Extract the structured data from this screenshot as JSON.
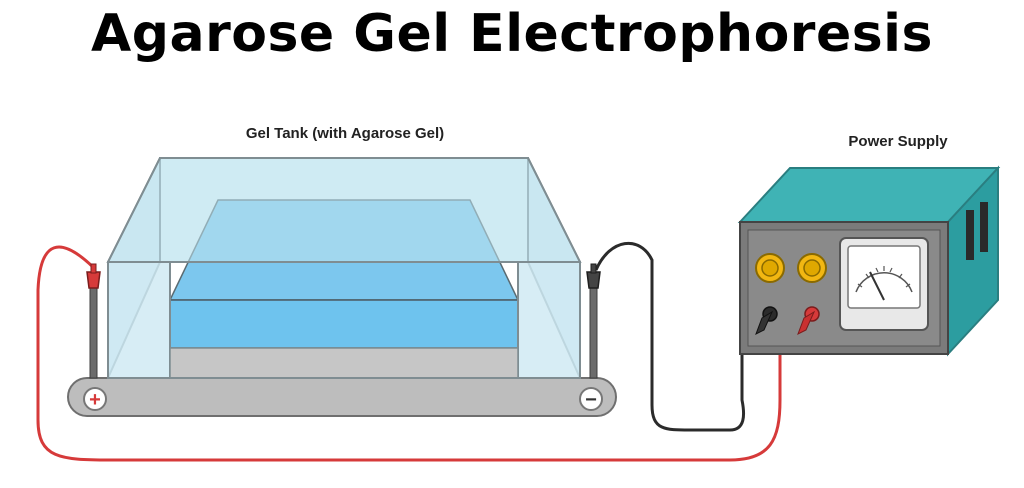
{
  "title": "Agarose Gel Electrophoresis",
  "labels": {
    "gel_tank": "Gel Tank  (with Agarose Gel)",
    "power_supply": "Power Supply",
    "positive": "+",
    "negative": "−"
  },
  "icons": {
    "positive_terminal": "plus-terminal-icon",
    "negative_terminal": "minus-terminal-icon",
    "meter": "analog-meter-icon"
  },
  "colors": {
    "red_wire": "#d63a3a",
    "black_wire": "#2b2b2b",
    "gel": "#7cc7ee",
    "buffer": "#cfe9f3",
    "power_supply": "#2fa3a6",
    "base": "#bdbdbd",
    "knob": "#f2b712"
  }
}
